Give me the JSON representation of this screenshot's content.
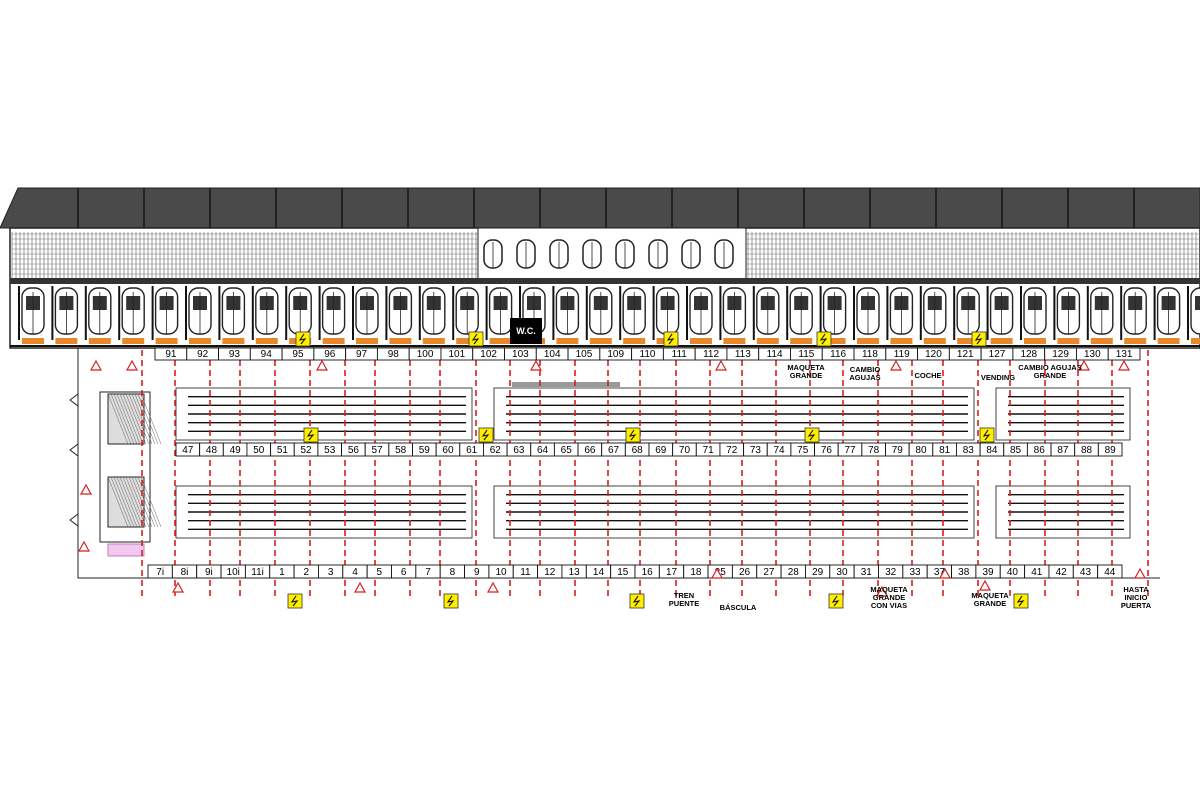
{
  "facade": {
    "wc_label": "W.C."
  },
  "colors": {
    "roof": "#4a4a4a",
    "facade_bg": "#ffffff",
    "facade_line": "#222222",
    "exit_line": "#d61f1f",
    "fire_marker": "#d61f1f",
    "power_fill": "#ffee00",
    "display_fill": "#999999",
    "orange_strip": "#e8882a"
  },
  "stalls": {
    "top_row": [
      "91",
      "92",
      "93",
      "94",
      "95",
      "96",
      "97",
      "98",
      "100",
      "101",
      "102",
      "103",
      "104",
      "105",
      "109",
      "110",
      "111",
      "112",
      "113",
      "114",
      "115",
      "116",
      "118",
      "119",
      "120",
      "121",
      "127",
      "128",
      "129",
      "130",
      "131"
    ],
    "middle_row": [
      "47",
      "48",
      "49",
      "50",
      "51",
      "52",
      "53",
      "56",
      "57",
      "58",
      "59",
      "60",
      "61",
      "62",
      "63",
      "64",
      "65",
      "66",
      "67",
      "68",
      "69",
      "70",
      "71",
      "72",
      "73",
      "74",
      "75",
      "76",
      "77",
      "78",
      "79",
      "80",
      "81",
      "83",
      "84",
      "85",
      "86",
      "87",
      "88",
      "89"
    ],
    "bottom_row": [
      "7i",
      "8i",
      "9i",
      "10i",
      "11i",
      "1",
      "2",
      "3",
      "4",
      "5",
      "6",
      "7",
      "8",
      "9",
      "10",
      "11",
      "12",
      "13",
      "14",
      "15",
      "16",
      "17",
      "18",
      "25",
      "26",
      "27",
      "28",
      "29",
      "30",
      "31",
      "32",
      "33",
      "37",
      "38",
      "39",
      "40",
      "41",
      "42",
      "43",
      "44"
    ]
  },
  "labels": {
    "maqueta_grande_top": [
      "MAQUETA",
      "GRANDE"
    ],
    "cambio_agujas": [
      "CAMBIO",
      "AGUJAS"
    ],
    "coche": "COCHE",
    "vending": "VENDING",
    "cambio_agujas_grande": [
      "CAMBIO AGUJAS",
      "GRANDE"
    ],
    "tren_puente": [
      "TREN",
      "PUENTE"
    ],
    "bascula": "BÁSCULA",
    "maqueta_grande_con_vias": [
      "MAQUETA",
      "GRANDE",
      "CON VIAS"
    ],
    "maqueta_grande_bottom": [
      "MAQUETA",
      "GRANDE"
    ],
    "hasta_inicio_puerta": [
      "HASTA",
      "INICIO",
      "PUERTA"
    ]
  }
}
